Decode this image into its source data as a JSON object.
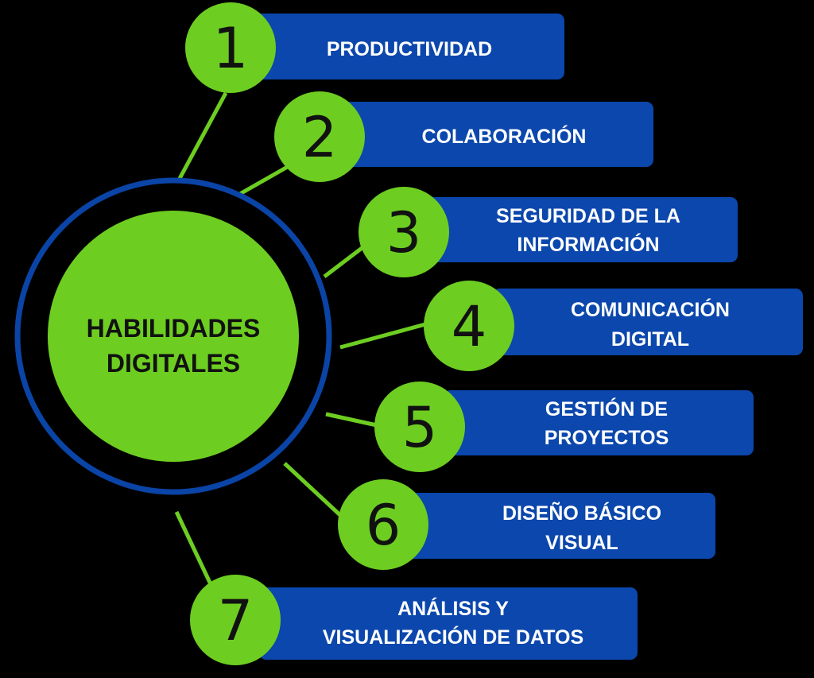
{
  "colors": {
    "background": "#000000",
    "green": "#6dce21",
    "blue": "#0b47ac",
    "ring": "#0a44a6"
  },
  "center": {
    "lines": [
      "HABILIDADES",
      "DIGITALES"
    ]
  },
  "items": [
    {
      "number": "1",
      "lines": [
        "PRODUCTIVIDAD"
      ]
    },
    {
      "number": "2",
      "lines": [
        "COLABORACIÓN"
      ]
    },
    {
      "number": "3",
      "lines": [
        "SEGURIDAD DE LA",
        "INFORMACIÓN"
      ]
    },
    {
      "number": "4",
      "lines": [
        "COMUNICACIÓN",
        "DIGITAL"
      ]
    },
    {
      "number": "5",
      "lines": [
        "GESTIÓN DE",
        "PROYECTOS"
      ]
    },
    {
      "number": "6",
      "lines": [
        "DISEÑO BÁSICO",
        "VISUAL"
      ]
    },
    {
      "number": "7",
      "lines": [
        "ANÁLISIS Y",
        "VISUALIZACIÓN DE DATOS"
      ]
    }
  ]
}
